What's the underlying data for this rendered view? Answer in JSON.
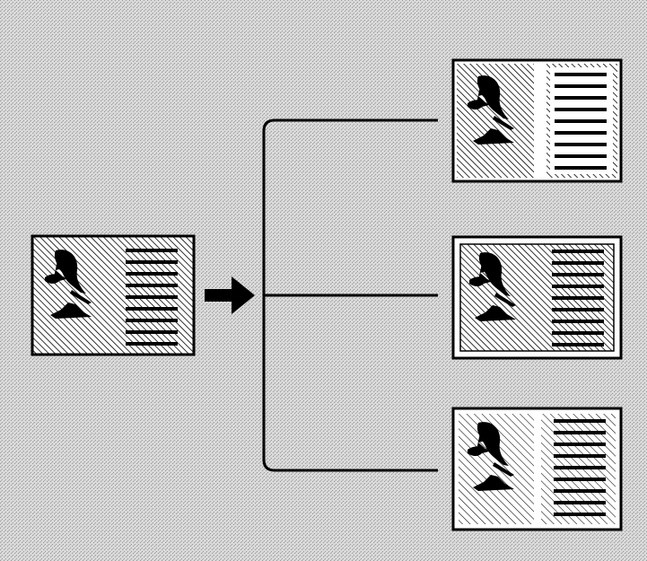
{
  "diagram": {
    "background_color": "#c8c8c8",
    "frame_color": "#ffffff",
    "line_color": "#000000",
    "arrow_color": "#000000",
    "source": {
      "icon": "page-layout-icon",
      "variant": "full-hatch",
      "text_line_count": 9
    },
    "arrow": {
      "icon": "arrow-right-icon"
    },
    "outputs": [
      {
        "icon": "page-layout-icon",
        "variant": "image-hatch-only",
        "text_line_count": 9
      },
      {
        "icon": "page-layout-icon",
        "variant": "inner-frame-hatch",
        "text_line_count": 9
      },
      {
        "icon": "page-layout-icon",
        "variant": "light-hatch",
        "text_line_count": 9
      }
    ]
  }
}
